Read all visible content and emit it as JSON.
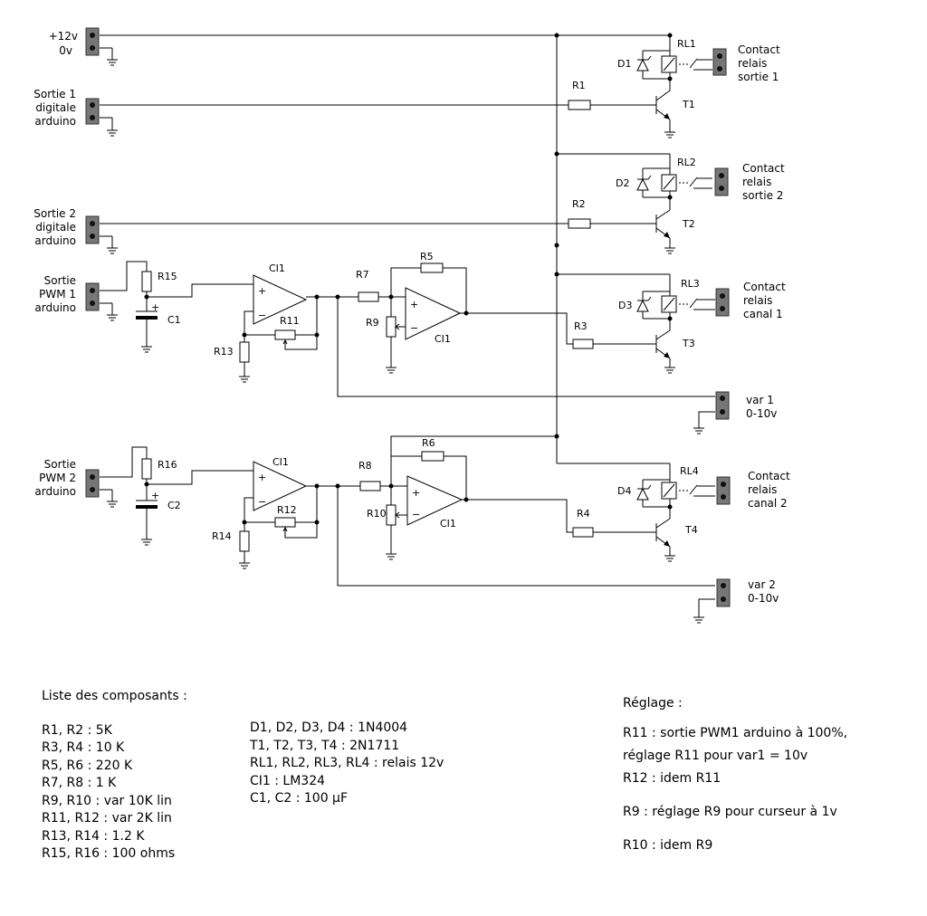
{
  "inputs": {
    "power": [
      "+12v",
      "0v"
    ],
    "sortie1": [
      "Sortie 1",
      "digitale",
      "arduino"
    ],
    "sortie2": [
      "Sortie 2",
      "digitale",
      "arduino"
    ],
    "pwm1": [
      "Sortie",
      "PWM  1",
      "arduino"
    ],
    "pwm2": [
      "Sortie",
      "PWM 2",
      "arduino"
    ]
  },
  "outputs": {
    "relais1": [
      "Contact",
      "relais",
      "sortie 1"
    ],
    "relais2": [
      "Contact",
      "relais",
      "sortie 2"
    ],
    "canal1": [
      "Contact",
      "relais",
      "canal 1"
    ],
    "canal2": [
      "Contact",
      "relais",
      "canal 2"
    ],
    "var1": [
      "var 1",
      "0-10v"
    ],
    "var2": [
      "var 2",
      "0-10v"
    ]
  },
  "labels": {
    "RL1": "RL1",
    "RL2": "RL2",
    "RL3": "RL3",
    "RL4": "RL4",
    "D1": "D1",
    "D2": "D2",
    "D3": "D3",
    "D4": "D4",
    "T1": "T1",
    "T2": "T2",
    "T3": "T3",
    "T4": "T4",
    "R1": "R1",
    "R2": "R2",
    "R3": "R3",
    "R4": "R4",
    "R5": "R5",
    "R6": "R6",
    "R7": "R7",
    "R8": "R8",
    "R9": "R9",
    "R10": "R10",
    "R11": "R11",
    "R12": "R12",
    "R13": "R13",
    "R14": "R14",
    "R15": "R15",
    "R16": "R16",
    "C1": "C1",
    "C2": "C2",
    "CI1": "CI1",
    "plus": "+",
    "minus": "−"
  },
  "components_list": {
    "title": "Liste des composants :",
    "col1": [
      "R1, R2 : 5K",
      "R3, R4 : 10 K",
      "R5, R6 : 220 K",
      "R7, R8 : 1 K",
      "R9, R10 : var 10K lin",
      "R11, R12 : var 2K lin",
      "R13, R14 : 1.2 K",
      "R15, R16 : 100 ohms"
    ],
    "col2": [
      "D1, D2, D3, D4 : 1N4004",
      "T1, T2, T3, T4 : 2N1711",
      "RL1, RL2, RL3, RL4 : relais 12v",
      "CI1 : LM324",
      "C1, C2 : 100 µF"
    ]
  },
  "reglage": {
    "title": "Réglage :",
    "lines": [
      "R11 : sortie PWM1 arduino à 100%,",
      "réglage R11 pour var1 = 10v",
      "R12 : idem R11",
      "R9 : réglage R9 pour curseur à 1v",
      "R10 : idem R9"
    ]
  }
}
